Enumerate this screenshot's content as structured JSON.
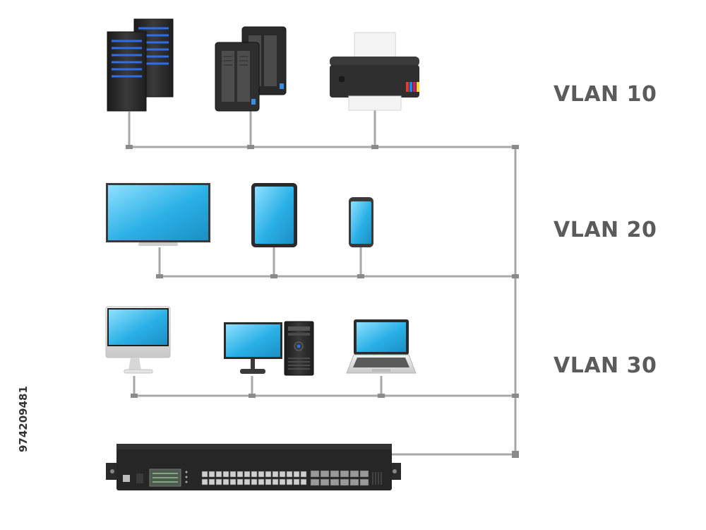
{
  "vlans": [
    {
      "label": "VLAN 10",
      "devices": [
        "server-rack-icon",
        "nas-storage-icon",
        "printer-icon"
      ]
    },
    {
      "label": "VLAN 20",
      "devices": [
        "tv-monitor-icon",
        "tablet-icon",
        "smartphone-icon"
      ]
    },
    {
      "label": "VLAN 30",
      "devices": [
        "imac-monitor-icon",
        "desktop-pc-icon",
        "laptop-icon"
      ]
    }
  ],
  "switch": {
    "icon": "network-switch-icon"
  },
  "stock_id": "974209481",
  "colors": {
    "cable": "#a8a8a8",
    "screen": "#2ab0e6",
    "device_dark": "#2c2c2c",
    "server_led": "#2f6de8",
    "label": "#5b5b5b"
  }
}
